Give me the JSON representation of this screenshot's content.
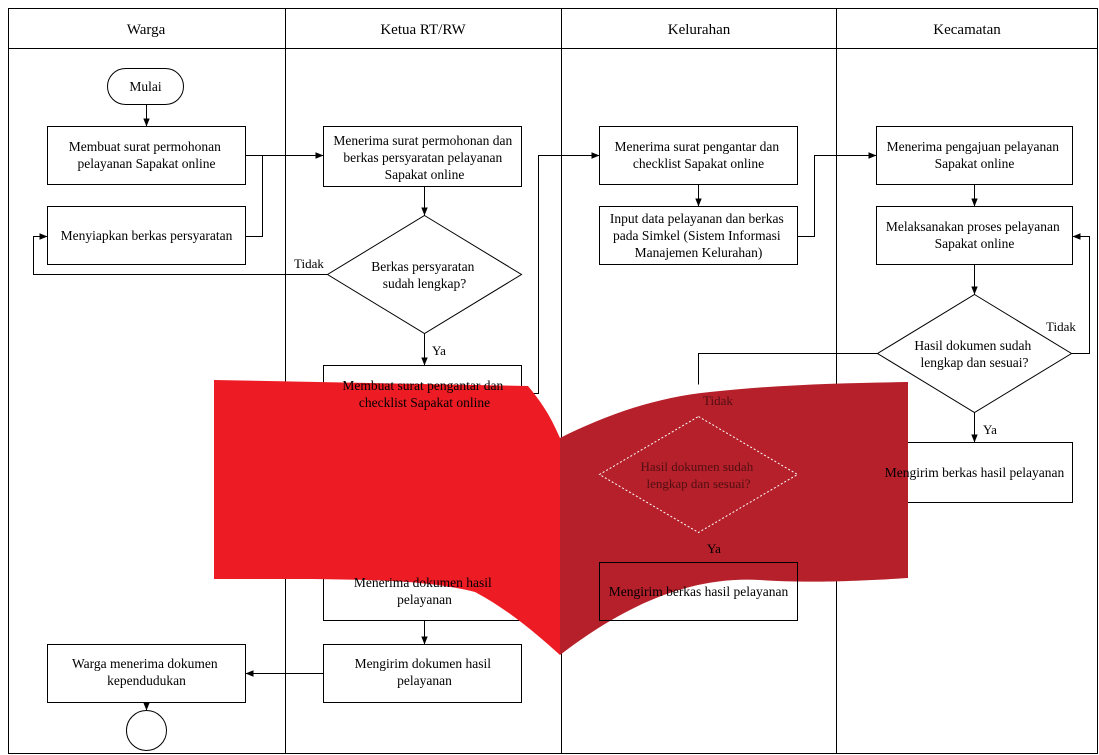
{
  "lanes": [
    "Warga",
    "Ketua RT/RW",
    "Kelurahan",
    "Kecamatan"
  ],
  "nodes": {
    "start": "Mulai",
    "w1": [
      "Membuat surat permohonan",
      "pelayanan Sapakat online"
    ],
    "w2": "Menyiapkan berkas persyaratan",
    "w3": [
      "Warga menerima dokumen",
      "kependudukan"
    ],
    "r1": [
      "Menerima surat permohonan dan",
      "berkas persyaratan pelayanan",
      "Sapakat online"
    ],
    "r_dec": [
      "Berkas persyaratan",
      "sudah lengkap?"
    ],
    "r2": [
      "Membuat surat pengantar dan",
      "checklist Sapakat online"
    ],
    "r3": [
      "Menerima dokumen hasil",
      "pelayanan"
    ],
    "r4": [
      "Mengirim dokumen hasil",
      "pelayanan"
    ],
    "k1": [
      "Menerima surat pengantar dan",
      "checklist Sapakat online"
    ],
    "k2": [
      "Input data pelayanan dan berkas",
      "pada Simkel (Sistem Informasi",
      "Manajemen Kelurahan)"
    ],
    "k_dec": [
      "Hasil dokumen sudah",
      "lengkap dan sesuai?"
    ],
    "k3": "Mengirim berkas hasil pelayanan",
    "c1": [
      "Menerima pengajuan pelayanan",
      "Sapakat online"
    ],
    "c2": [
      "Melaksanakan proses pelayanan",
      "Sapakat online"
    ],
    "c_dec": [
      "Hasil dokumen sudah",
      "lengkap dan sesuai?"
    ],
    "c3": "Mengirim berkas hasil pelayanan"
  },
  "edge_labels": {
    "r_no": "Tidak",
    "r_yes": "Ya",
    "k_no": "Tidak",
    "k_yes": "Ya",
    "c_no": "Tidak",
    "c_yes": "Ya"
  },
  "overlay": {
    "left_color": "#ed1c24",
    "right_color": "#b5202a"
  }
}
